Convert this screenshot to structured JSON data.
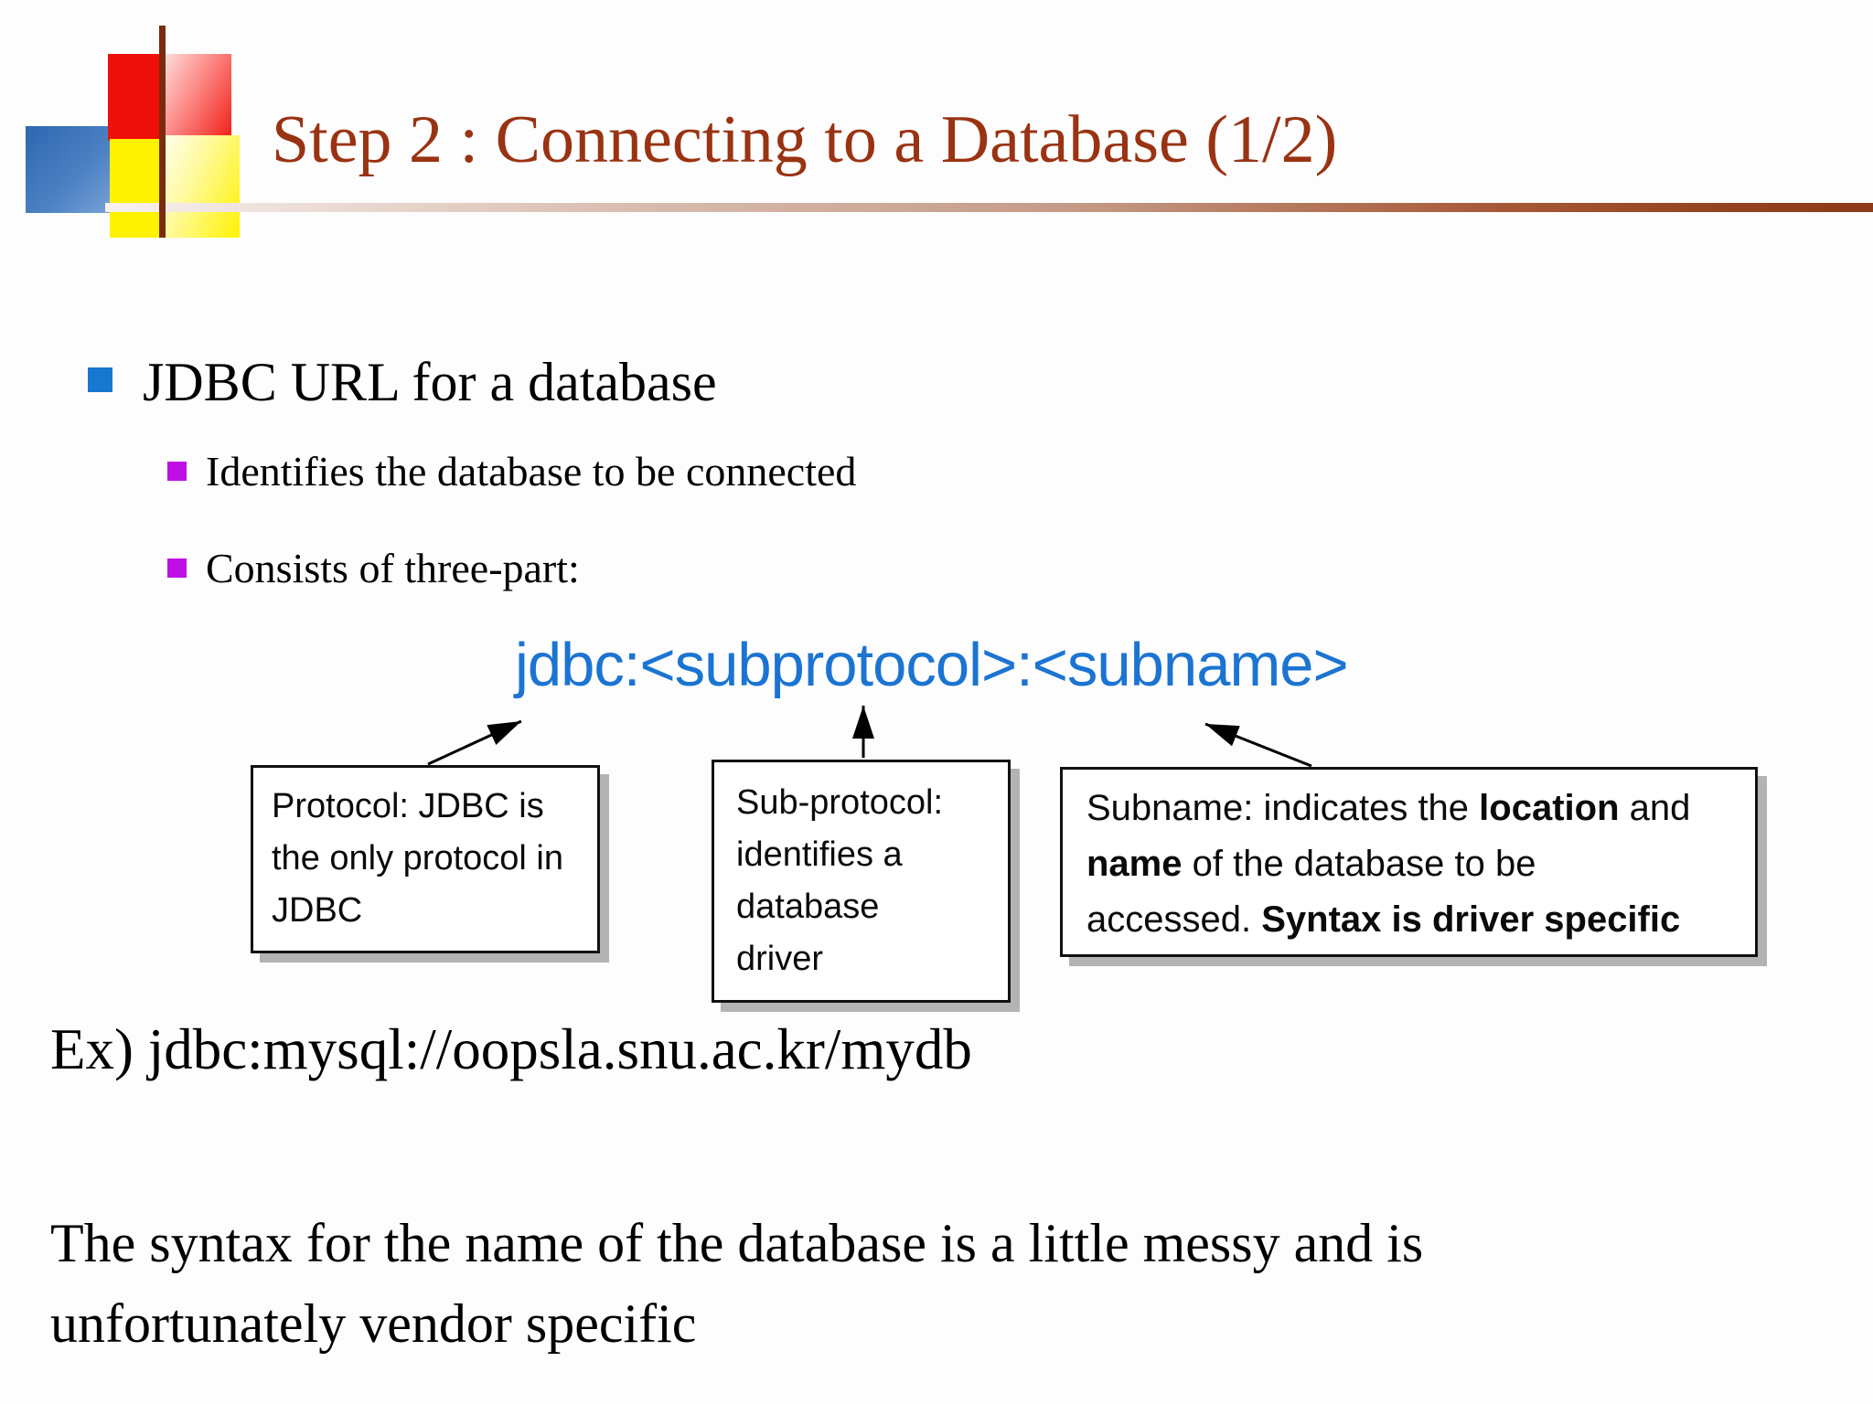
{
  "slide": {
    "title": "Step 2 : Connecting to a Database (1/2)",
    "bullet_main": "JDBC URL for a database",
    "sub_bullets": [
      "Identifies the database to be connected",
      "Consists of three-part:"
    ],
    "code_line": "jdbc:<subprotocol>:<subname>",
    "callouts": {
      "protocol": {
        "lines": [
          "Protocol: JDBC is",
          "the only protocol in",
          "JDBC"
        ]
      },
      "subprotocol": {
        "lines": [
          "Sub-protocol:",
          "identifies a",
          "database",
          "driver"
        ]
      },
      "subname": {
        "lines": [
          {
            "segments": [
              {
                "text": "Subname: indicates the ",
                "bold": false
              },
              {
                "text": "location",
                "bold": true
              },
              {
                "text": " and",
                "bold": false
              }
            ]
          },
          {
            "segments": [
              {
                "text": "name",
                "bold": true
              },
              {
                "text": " of the database to be",
                "bold": false
              }
            ]
          },
          {
            "segments": [
              {
                "text": "accessed. ",
                "bold": false
              },
              {
                "text": "Syntax is driver specific",
                "bold": true
              }
            ]
          }
        ]
      }
    },
    "example": "Ex) jdbc:mysql://oopsla.snu.ac.kr/mydb",
    "note_lines": [
      "The syntax for the name of the database is a little messy and is",
      "unfortunately vendor specific"
    ],
    "colors": {
      "title_rust": "#993312",
      "code_blue": "#1b74d2",
      "bullet_blue": "#1878d0",
      "bullet_magenta": "#be10e6",
      "underline_brown": "#8d3a1a"
    }
  }
}
